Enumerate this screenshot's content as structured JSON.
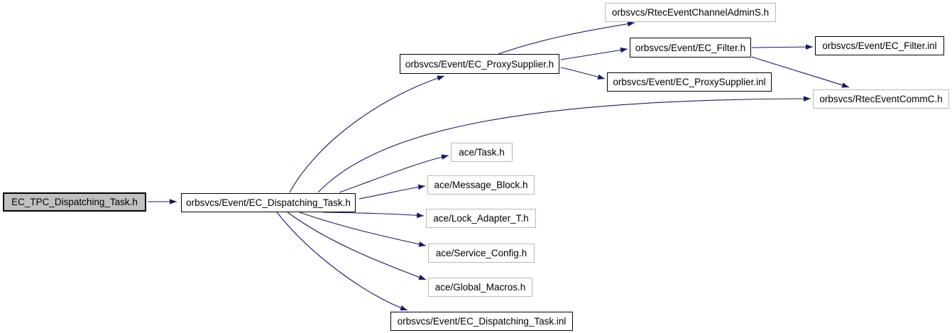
{
  "diagram": {
    "title": "include dependency graph for EC_TPC_Dispatching_Task.h",
    "type": "include-dependency-graph",
    "colors": {
      "edge": "#191970",
      "node_border": "#000000",
      "leaf_node_border": "#b9b9b9",
      "main_node_fill": "#c0c0c0",
      "node_fill": "#ffffff",
      "background": "#ffffff",
      "text": "#000000"
    },
    "nodes": [
      {
        "id": "ec-tpc-dispatching-task-h",
        "label": "EC_TPC_Dispatching_Task.h",
        "style": "main"
      },
      {
        "id": "ec-dispatching-task-h",
        "label": "orbsvcs/Event/EC_Dispatching_Task.h",
        "style": "normal"
      },
      {
        "id": "ec-proxysupplier-h",
        "label": "orbsvcs/Event/EC_ProxySupplier.h",
        "style": "normal"
      },
      {
        "id": "rteceventchanneladmins-h",
        "label": "orbsvcs/RtecEventChannelAdminS.h",
        "style": "leaf"
      },
      {
        "id": "ec-filter-h",
        "label": "orbsvcs/Event/EC_Filter.h",
        "style": "normal"
      },
      {
        "id": "ec-filter-inl",
        "label": "orbsvcs/Event/EC_Filter.inl",
        "style": "normal"
      },
      {
        "id": "ec-proxysupplier-inl",
        "label": "orbsvcs/Event/EC_ProxySupplier.inl",
        "style": "normal"
      },
      {
        "id": "rteceventcommc-h",
        "label": "orbsvcs/RtecEventCommC.h",
        "style": "leaf"
      },
      {
        "id": "ace-task-h",
        "label": "ace/Task.h",
        "style": "leaf"
      },
      {
        "id": "ace-message-block-h",
        "label": "ace/Message_Block.h",
        "style": "leaf"
      },
      {
        "id": "ace-lock-adapter-t-h",
        "label": "ace/Lock_Adapter_T.h",
        "style": "leaf"
      },
      {
        "id": "ace-service-config-h",
        "label": "ace/Service_Config.h",
        "style": "leaf"
      },
      {
        "id": "ace-global-macros-h",
        "label": "ace/Global_Macros.h",
        "style": "leaf"
      },
      {
        "id": "ec-dispatching-task-inl",
        "label": "orbsvcs/Event/EC_Dispatching_Task.inl",
        "style": "normal"
      }
    ],
    "edges": [
      {
        "from": "ec-tpc-dispatching-task-h",
        "to": "ec-dispatching-task-h"
      },
      {
        "from": "ec-dispatching-task-h",
        "to": "ec-proxysupplier-h"
      },
      {
        "from": "ec-dispatching-task-h",
        "to": "rteceventcommc-h"
      },
      {
        "from": "ec-dispatching-task-h",
        "to": "ace-task-h"
      },
      {
        "from": "ec-dispatching-task-h",
        "to": "ace-message-block-h"
      },
      {
        "from": "ec-dispatching-task-h",
        "to": "ace-lock-adapter-t-h"
      },
      {
        "from": "ec-dispatching-task-h",
        "to": "ace-service-config-h"
      },
      {
        "from": "ec-dispatching-task-h",
        "to": "ace-global-macros-h"
      },
      {
        "from": "ec-dispatching-task-h",
        "to": "ec-dispatching-task-inl"
      },
      {
        "from": "ec-proxysupplier-h",
        "to": "rteceventchanneladmins-h"
      },
      {
        "from": "ec-proxysupplier-h",
        "to": "ec-filter-h"
      },
      {
        "from": "ec-proxysupplier-h",
        "to": "ec-proxysupplier-inl"
      },
      {
        "from": "ec-filter-h",
        "to": "ec-filter-inl"
      },
      {
        "from": "ec-filter-h",
        "to": "rteceventcommc-h"
      }
    ]
  }
}
